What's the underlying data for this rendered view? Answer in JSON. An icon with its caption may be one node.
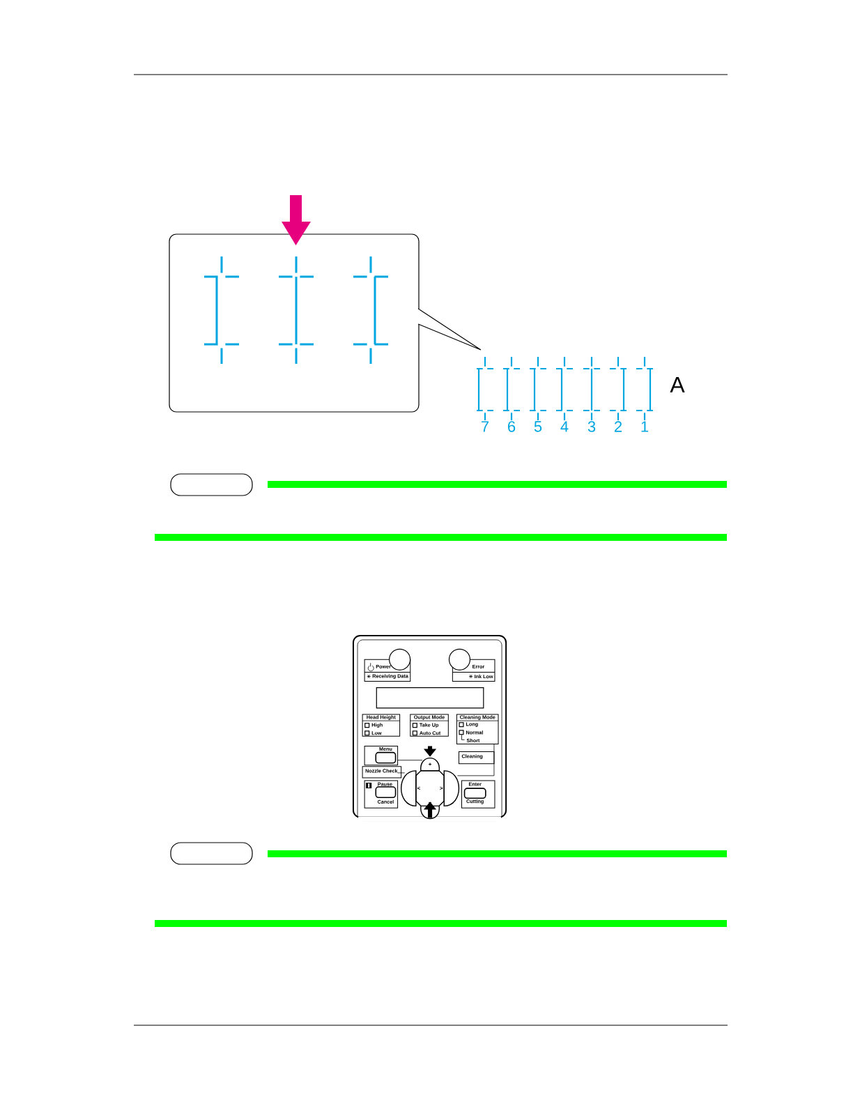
{
  "diagram": {
    "nodes": [
      {
        "text": [],
        "shape": "box"
      },
      {
        "text": [],
        "shape": "box"
      },
      {
        "text": [],
        "shape": "box"
      }
    ],
    "labels": [
      "A",
      "7",
      "6",
      "5",
      "4",
      "3",
      "2",
      "1",
      "Power",
      "Error",
      "Receiving Data",
      "Ink Low",
      "Head Height",
      "Output Mode",
      "Cleaning Mode",
      "High",
      "Take Up",
      "Long",
      "Low",
      "Auto Cut",
      "Normal",
      "Short",
      "Menu",
      "+",
      "Cleaning",
      "Nozzle Check",
      "<",
      ">",
      "Pause",
      "Enter",
      "–",
      "Cancel",
      "Cutting"
    ]
  }
}
